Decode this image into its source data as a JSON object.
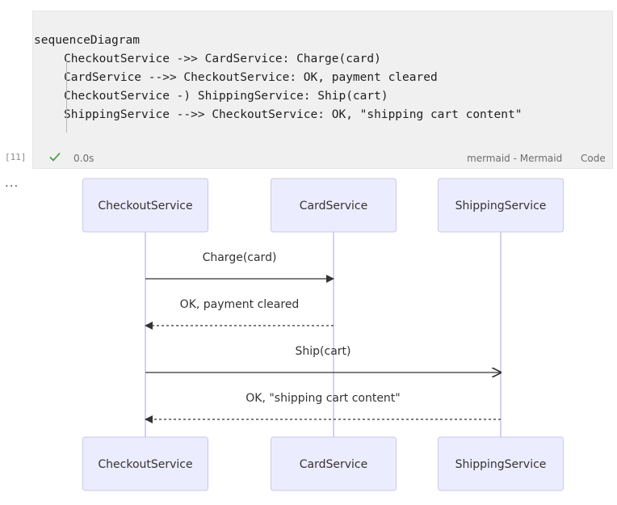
{
  "cell": {
    "code_lines": [
      "sequenceDiagram",
      "CheckoutService ->> CardService: Charge(card)",
      "CardService -->> CheckoutService: OK, payment cleared",
      "CheckoutService -) ShippingService: Ship(cart)",
      "ShippingService -->> CheckoutService: OK, \"shipping cart content\""
    ],
    "exec_count": "[11]",
    "duration": "0.0s",
    "language": "mermaid - Mermaid",
    "cell_type": "Code",
    "more": "..."
  },
  "diagram": {
    "actors": [
      "CheckoutService",
      "CardService",
      "ShippingService"
    ],
    "messages": [
      {
        "from": 0,
        "to": 1,
        "label": "Charge(card)",
        "style": "solid",
        "head": "filled"
      },
      {
        "from": 1,
        "to": 0,
        "label": "OK, payment cleared",
        "style": "dashed",
        "head": "filled"
      },
      {
        "from": 0,
        "to": 2,
        "label": "Ship(cart)",
        "style": "solid",
        "head": "open"
      },
      {
        "from": 2,
        "to": 0,
        "label": "OK, \"shipping cart content\"",
        "style": "dashed",
        "head": "filled"
      }
    ]
  }
}
